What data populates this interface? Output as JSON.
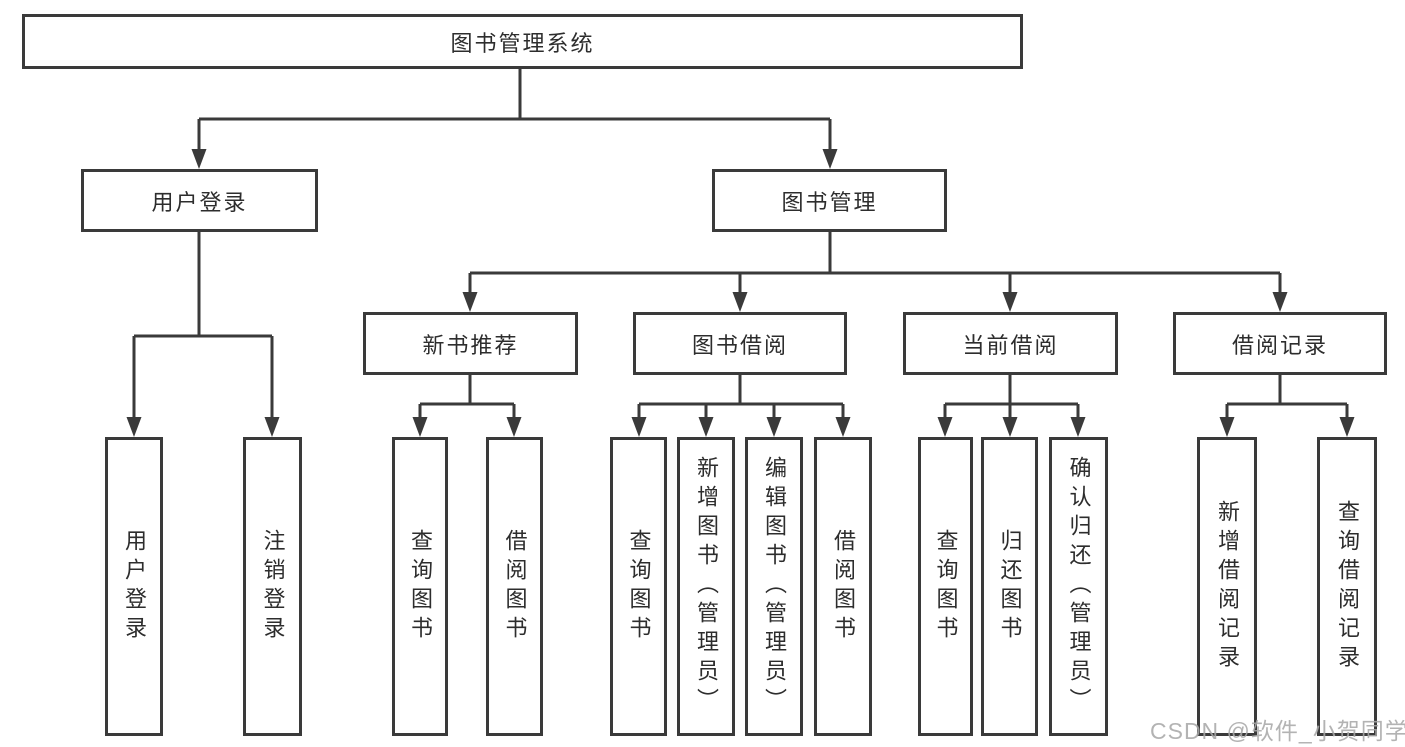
{
  "diagram_type": "hierarchy-tree",
  "colors": {
    "line": "#3a3a3a",
    "text": "#2d2d2d",
    "background": "#ffffff",
    "watermark": "#a9a9a9"
  },
  "nodes": {
    "root": {
      "label": "图书管理系统"
    },
    "user_login": {
      "label": "用户登录",
      "children": [
        {
          "label": "用户登录"
        },
        {
          "label": "注销登录"
        }
      ]
    },
    "book_mgmt": {
      "label": "图书管理",
      "children": [
        {
          "label": "新书推荐",
          "children": [
            {
              "label": "查询图书"
            },
            {
              "label": "借阅图书"
            }
          ]
        },
        {
          "label": "图书借阅",
          "children": [
            {
              "label": "查询图书"
            },
            {
              "label": "新增图书（管理员）"
            },
            {
              "label": "编辑图书（管理员）"
            },
            {
              "label": "借阅图书"
            }
          ]
        },
        {
          "label": "当前借阅",
          "children": [
            {
              "label": "查询图书"
            },
            {
              "label": "归还图书"
            },
            {
              "label": "确认归还（管理员）"
            }
          ]
        },
        {
          "label": "借阅记录",
          "children": [
            {
              "label": "新增借阅记录"
            },
            {
              "label": "查询借阅记录"
            }
          ]
        }
      ]
    }
  },
  "watermark": {
    "text": "CSDN @软件_小贺同学"
  }
}
